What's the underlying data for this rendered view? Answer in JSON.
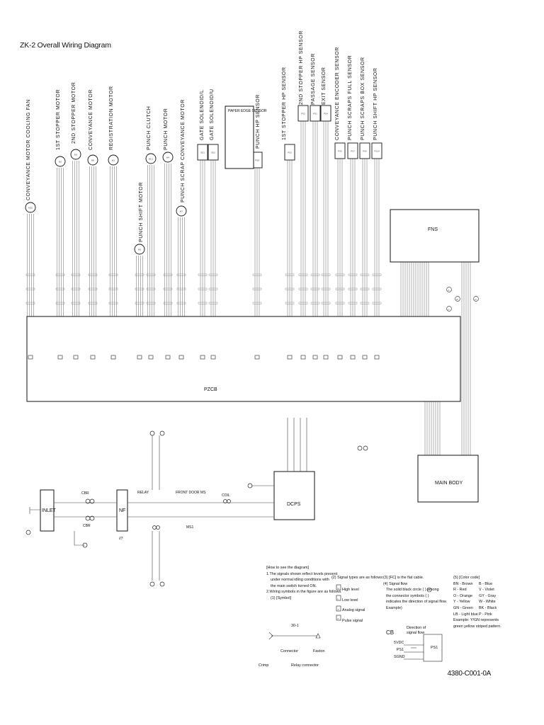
{
  "title": "ZK-2 Overall Wiring Diagram",
  "components_top": [
    {
      "id": "M10",
      "label": "CONVEYANCE MOTOR COOLING FAN",
      "symbol": "M10"
    },
    {
      "id": "M2",
      "label": "1ST STOPPER MOTOR",
      "symbol": "M2"
    },
    {
      "id": "M3",
      "label": "2ND STOPPER MOTOR",
      "symbol": "M3"
    },
    {
      "id": "M6",
      "label": "CONVEYANCE MOTOR",
      "symbol": "M6"
    },
    {
      "id": "M1",
      "label": "REGISTRATION MOTOR",
      "symbol": "M1"
    },
    {
      "id": "M5",
      "label": "PUNCH SHIFT MOTOR",
      "symbol": "M5"
    },
    {
      "id": "MC1",
      "label": "PUNCH CLUTCH",
      "symbol": "MC1"
    },
    {
      "id": "M4",
      "label": "PUNCH MOTOR",
      "symbol": "M4"
    },
    {
      "id": "M7",
      "label": "PUNCH SCRAP CONVEYANCE MOTOR",
      "symbol": "M7"
    },
    {
      "id": "SD1",
      "label": "GATE SOLENOID/L",
      "symbol": "SD1"
    },
    {
      "id": "SD2",
      "label": "GATE SOLENOID/U",
      "symbol": "SD2"
    },
    {
      "id": "PS8",
      "label": "PUNCH HP SENSOR",
      "symbol": "PS8"
    },
    {
      "id": "PS3",
      "label": "1ST STOPPER HP SENSOR",
      "symbol": "PS3"
    },
    {
      "id": "PS2",
      "label": "2ND STOPPER HP SENSOR",
      "symbol": "PS2"
    },
    {
      "id": "PS1",
      "label": "PASSAGE SENSOR",
      "symbol": "PS1"
    },
    {
      "id": "PS4",
      "label": "EXIT SENSOR",
      "symbol": "PS4"
    },
    {
      "id": "PS9",
      "label": "CONVEYANCE ENCODER SENSOR",
      "symbol": "PS9"
    },
    {
      "id": "PS7",
      "label": "PUNCH SCRAPS FULL SENSOR",
      "symbol": "PS7"
    },
    {
      "id": "PS6",
      "label": "PUNCH SCRAPS BOX SENSOR",
      "symbol": "PS6"
    },
    {
      "id": "PS14",
      "label": "PUNCH SHIFT HP SENSOR",
      "symbol": "PS14"
    }
  ],
  "paper_edge_sensor": "PAPER EDGE SENSOR",
  "boards": {
    "pzcb": "PZCB",
    "fns": "FNS",
    "main_body": "MAIN BODY",
    "dcps": "DCPS",
    "inlet": "INLET",
    "nf": "NF"
  },
  "power_labels": {
    "cbr_top": "CBR",
    "cbr_bottom": "CBR",
    "relay": "RELAY",
    "front_door_ms": "FRONT DOOR MS",
    "coil": "COIL",
    "ms1": "MS1",
    "ground": "//7"
  },
  "legend": {
    "how_to_title": "[How to see the diagram]",
    "how_to_lines": [
      "1.The signals shown reflect levels present",
      "under normal idling conditions with",
      "the main switch turned ON.",
      "2.Wiring symbols in the figure are as follows."
    ],
    "symbol_header": "(1)            [Symbol]",
    "symbol_pin": "30-1",
    "symbol_names": [
      "Crimp",
      "Connector",
      "Relay connector",
      "Faston"
    ],
    "signal_types_title": "(2)   Signal types are as follows:",
    "signal_types": [
      {
        "mark": "H",
        "label": "High level"
      },
      {
        "mark": "L",
        "label": "Low level"
      },
      {
        "mark": "A",
        "label": "Analog signal"
      },
      {
        "mark": "P",
        "label": "Pulse signal"
      }
    ],
    "flat_cable": "(3)  [FC] is the flat cable.",
    "signal_flow_title": "(4) Signal flow",
    "signal_flow_lines": [
      "The solid black circle (  ) among",
      "the connector symbols (  )",
      "indicates the direction of signal flow.",
      "Example)"
    ],
    "example": {
      "cb": "CB",
      "direction": "Direction of signal flow",
      "pins": [
        "5VDC",
        "PS1",
        "SGND"
      ],
      "ps": "PS1"
    },
    "color_code_title": "(5) [Color code]",
    "color_codes": [
      [
        "BN - Brown",
        "B - Blue"
      ],
      [
        "R - Red",
        "V - Violet"
      ],
      [
        "O - Orange",
        "GY - Gray"
      ],
      [
        "Y - Yellow",
        "W - White"
      ],
      [
        "GN - Green",
        "BK - Black"
      ],
      [
        "LB - Light blue",
        "P - Pink"
      ]
    ],
    "color_example": [
      "Example: Y/GN represents",
      "green yellow striped pattern."
    ]
  },
  "ref_markers": [
    "A",
    "B",
    "C",
    "D"
  ],
  "document_code": "4380-C001-0A"
}
